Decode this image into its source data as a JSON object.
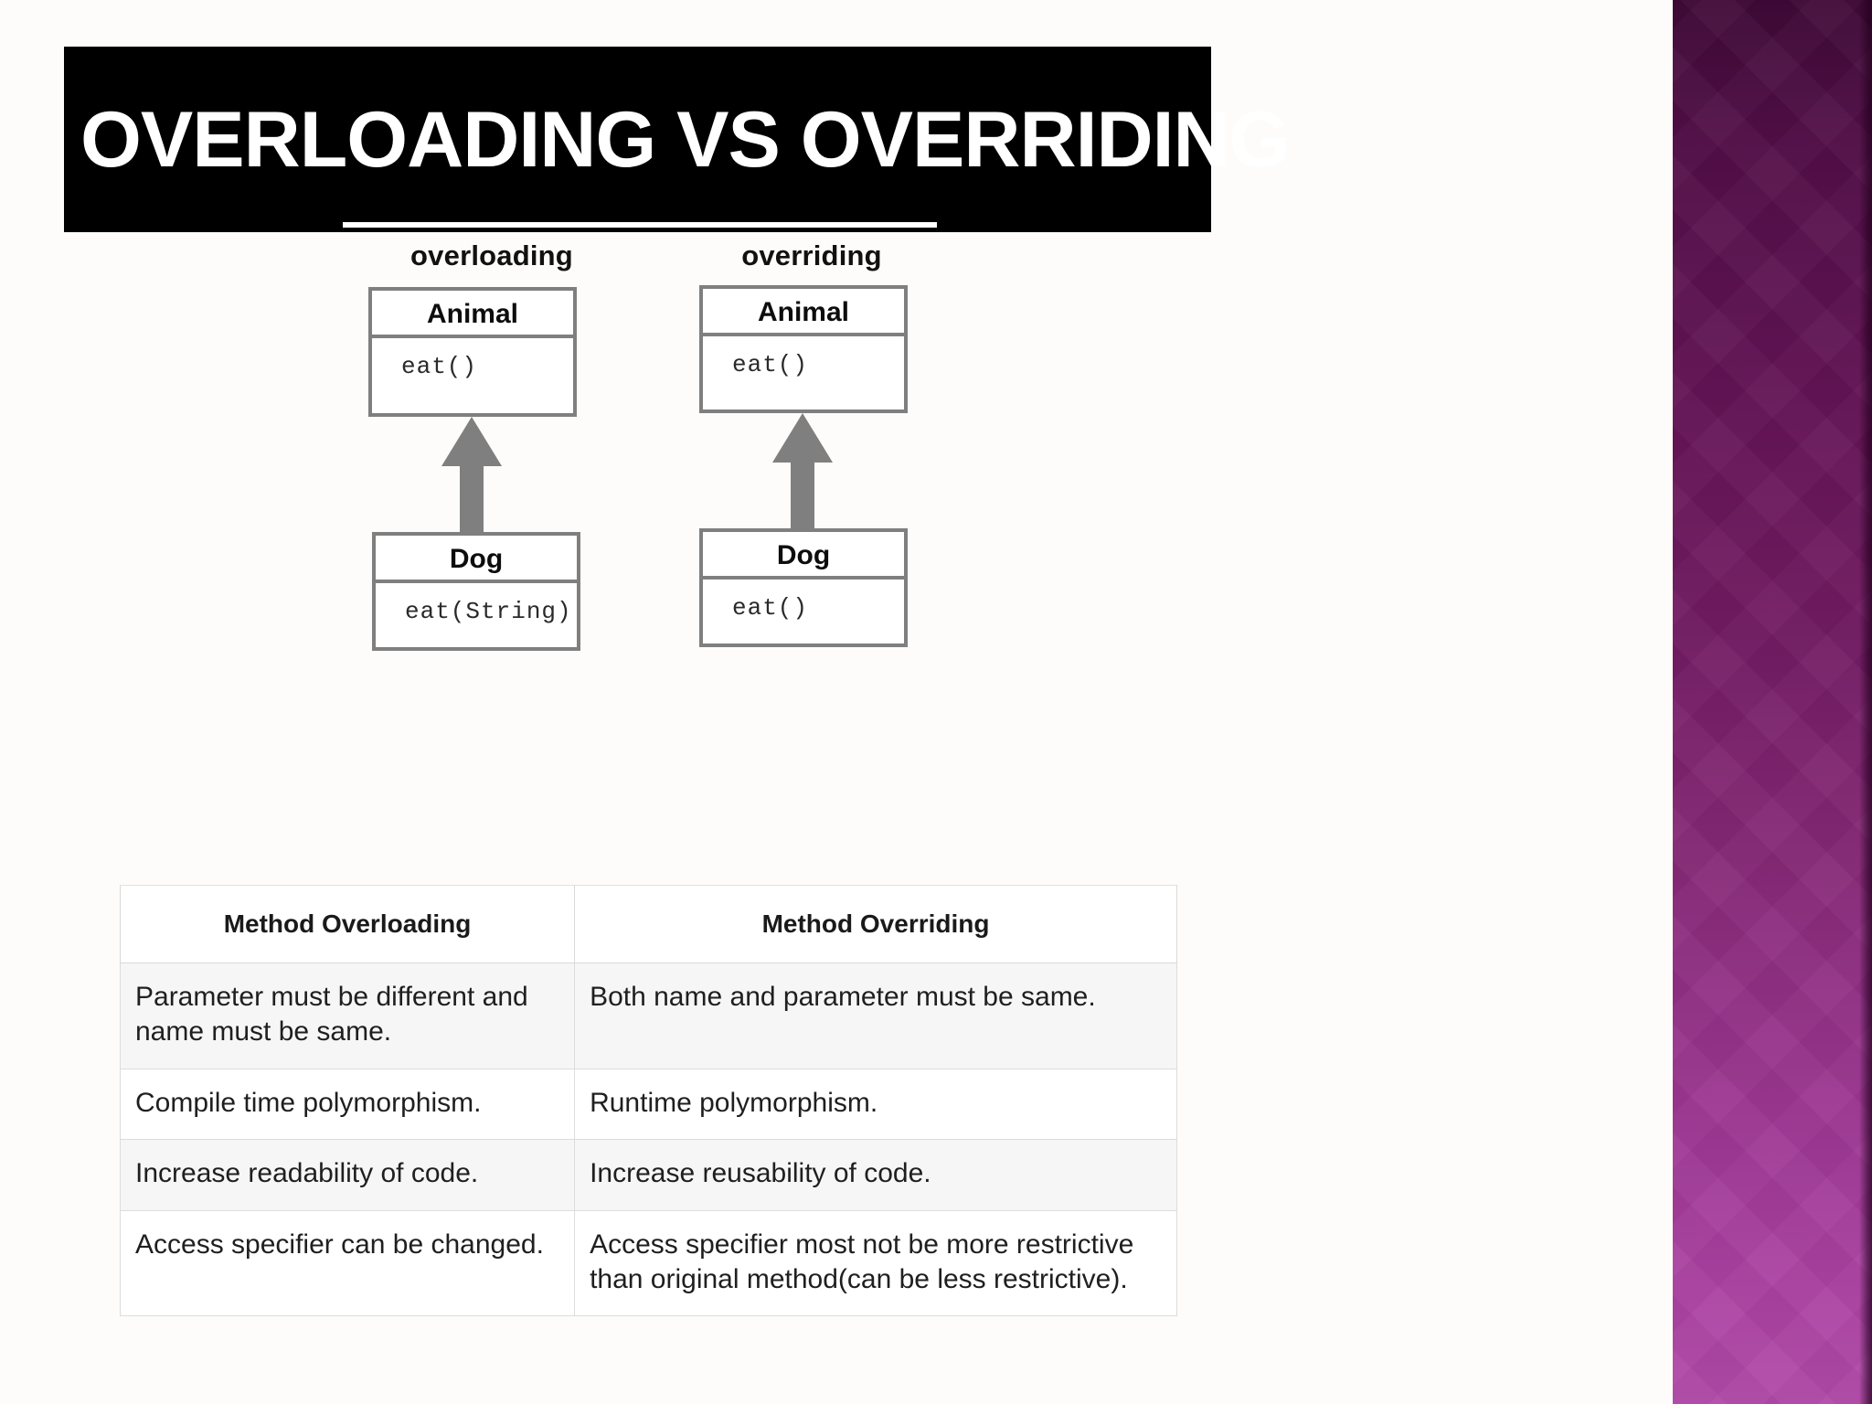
{
  "slide": {
    "title": "OVERLOADING VS OVERRIDING",
    "background_color": "#fdfcfa",
    "title_bar_color": "#000000",
    "title_text_color": "#ffffff",
    "accent_band": {
      "gradient_start": "#3f0a37",
      "gradient_end": "#b04aa8"
    }
  },
  "diagrams": [
    {
      "caption": "overloading",
      "parent": {
        "name": "Animal",
        "members": [
          "eat()"
        ]
      },
      "child": {
        "name": "Dog",
        "members": [
          "eat(String)"
        ]
      },
      "relation": "generalization-arrow"
    },
    {
      "caption": "overriding",
      "parent": {
        "name": "Animal",
        "members": [
          "eat()"
        ]
      },
      "child": {
        "name": "Dog",
        "members": [
          "eat()"
        ]
      },
      "relation": "generalization-arrow"
    }
  ],
  "comparison_table": {
    "headers": [
      "Method Overloading",
      "Method Overriding"
    ],
    "rows": [
      {
        "overloading": "Parameter must be different and name must be same.",
        "overriding": "Both name and parameter must be same."
      },
      {
        "overloading": "Compile time polymorphism.",
        "overriding": "Runtime polymorphism."
      },
      {
        "overloading": "Increase readability of code.",
        "overriding": "Increase reusability of code."
      },
      {
        "overloading": "Access specifier can be changed.",
        "overriding": "Access specifier most not be more restrictive than original method(can be less restrictive)."
      }
    ]
  }
}
